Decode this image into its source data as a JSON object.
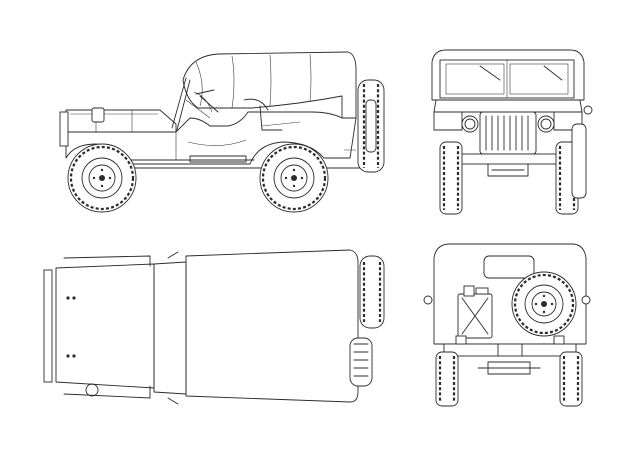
{
  "sheet": {
    "views": [
      {
        "id": "side-view"
      },
      {
        "id": "front-view"
      },
      {
        "id": "top-view"
      },
      {
        "id": "rear-view"
      }
    ]
  }
}
